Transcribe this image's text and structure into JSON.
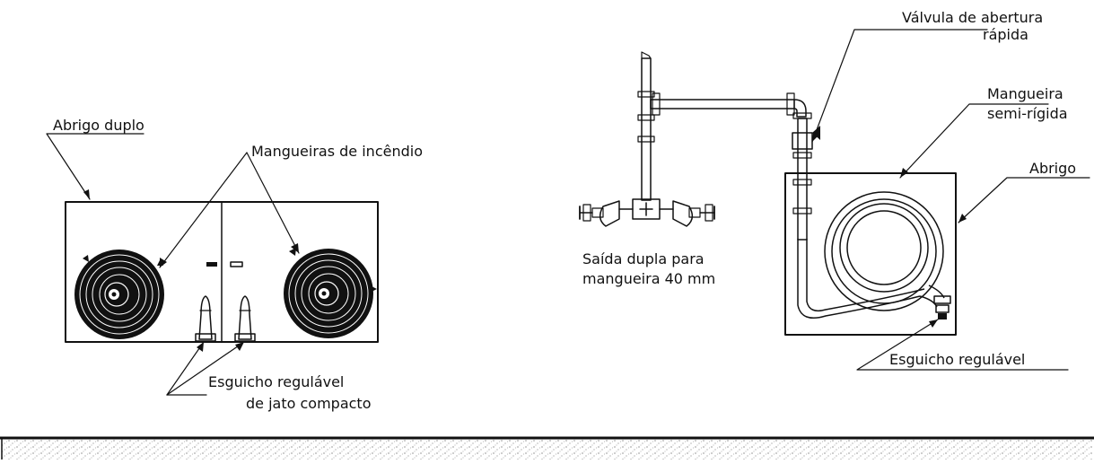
{
  "left_diagram": {
    "cabinet_label": "Abrigo duplo",
    "hoses_label": "Mangueiras de incêndio",
    "nozzle_label_line1": "Esguicho regulável",
    "nozzle_label_line2": "de jato compacto"
  },
  "middle_diagram": {
    "outlet_label_line1": "Saída dupla para",
    "outlet_label_line2": "mangueira 40 mm"
  },
  "right_diagram": {
    "valve_label_line1": "Válvula de abertura",
    "valve_label_line2": "rápida",
    "hose_label_line1": "Mangueira",
    "hose_label_line2": "semi-rígida",
    "cabinet_label": "Abrigo",
    "nozzle_label": "Esguicho regulável"
  },
  "colors": {
    "line": "#111111",
    "background": "#ffffff",
    "ground_stipple": "#555555"
  }
}
